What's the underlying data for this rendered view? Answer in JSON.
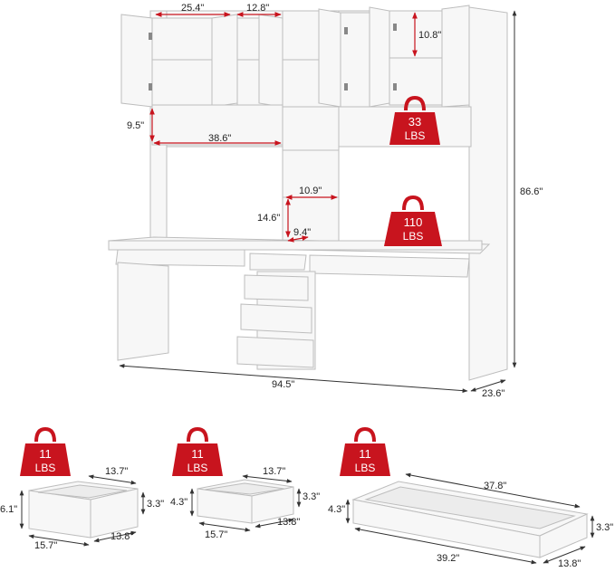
{
  "desk": {
    "dims": {
      "upper_cabinet_width": "25.4\"",
      "middle_shelf_width": "12.8\"",
      "cabinet_height": "10.8\"",
      "hutch_gap_height": "9.5\"",
      "hutch_width": "38.6\"",
      "side_shelf_width": "10.9\"",
      "side_shelf_height": "14.6\"",
      "side_shelf_depth": "9.4\"",
      "total_height": "86.6\"",
      "total_width": "94.5\"",
      "total_depth": "23.6\""
    },
    "weights": {
      "hutch": {
        "value": "33",
        "unit": "LBS"
      },
      "desktop": {
        "value": "110",
        "unit": "LBS"
      }
    }
  },
  "drawers": [
    {
      "weight": {
        "value": "11",
        "unit": "LBS"
      },
      "dims": {
        "top_depth": "13.7\"",
        "height": "6.1\"",
        "inner_height": "3.3\"",
        "width": "15.7\"",
        "depth": "13.8\""
      }
    },
    {
      "weight": {
        "value": "11",
        "unit": "LBS"
      },
      "dims": {
        "top_depth": "13.7\"",
        "height": "4.3\"",
        "inner_height": "3.3\"",
        "width": "15.7\"",
        "depth": "13.8\""
      }
    },
    {
      "weight": {
        "value": "11",
        "unit": "LBS"
      },
      "dims": {
        "top_width": "37.8\"",
        "height": "4.3\"",
        "inner_height": "3.3\"",
        "width": "39.2\"",
        "depth": "13.8\""
      }
    }
  ],
  "colors": {
    "accent": "#c8141e",
    "furniture": "#f7f7f7",
    "outline": "#bdbdbd",
    "line": "#333333"
  }
}
